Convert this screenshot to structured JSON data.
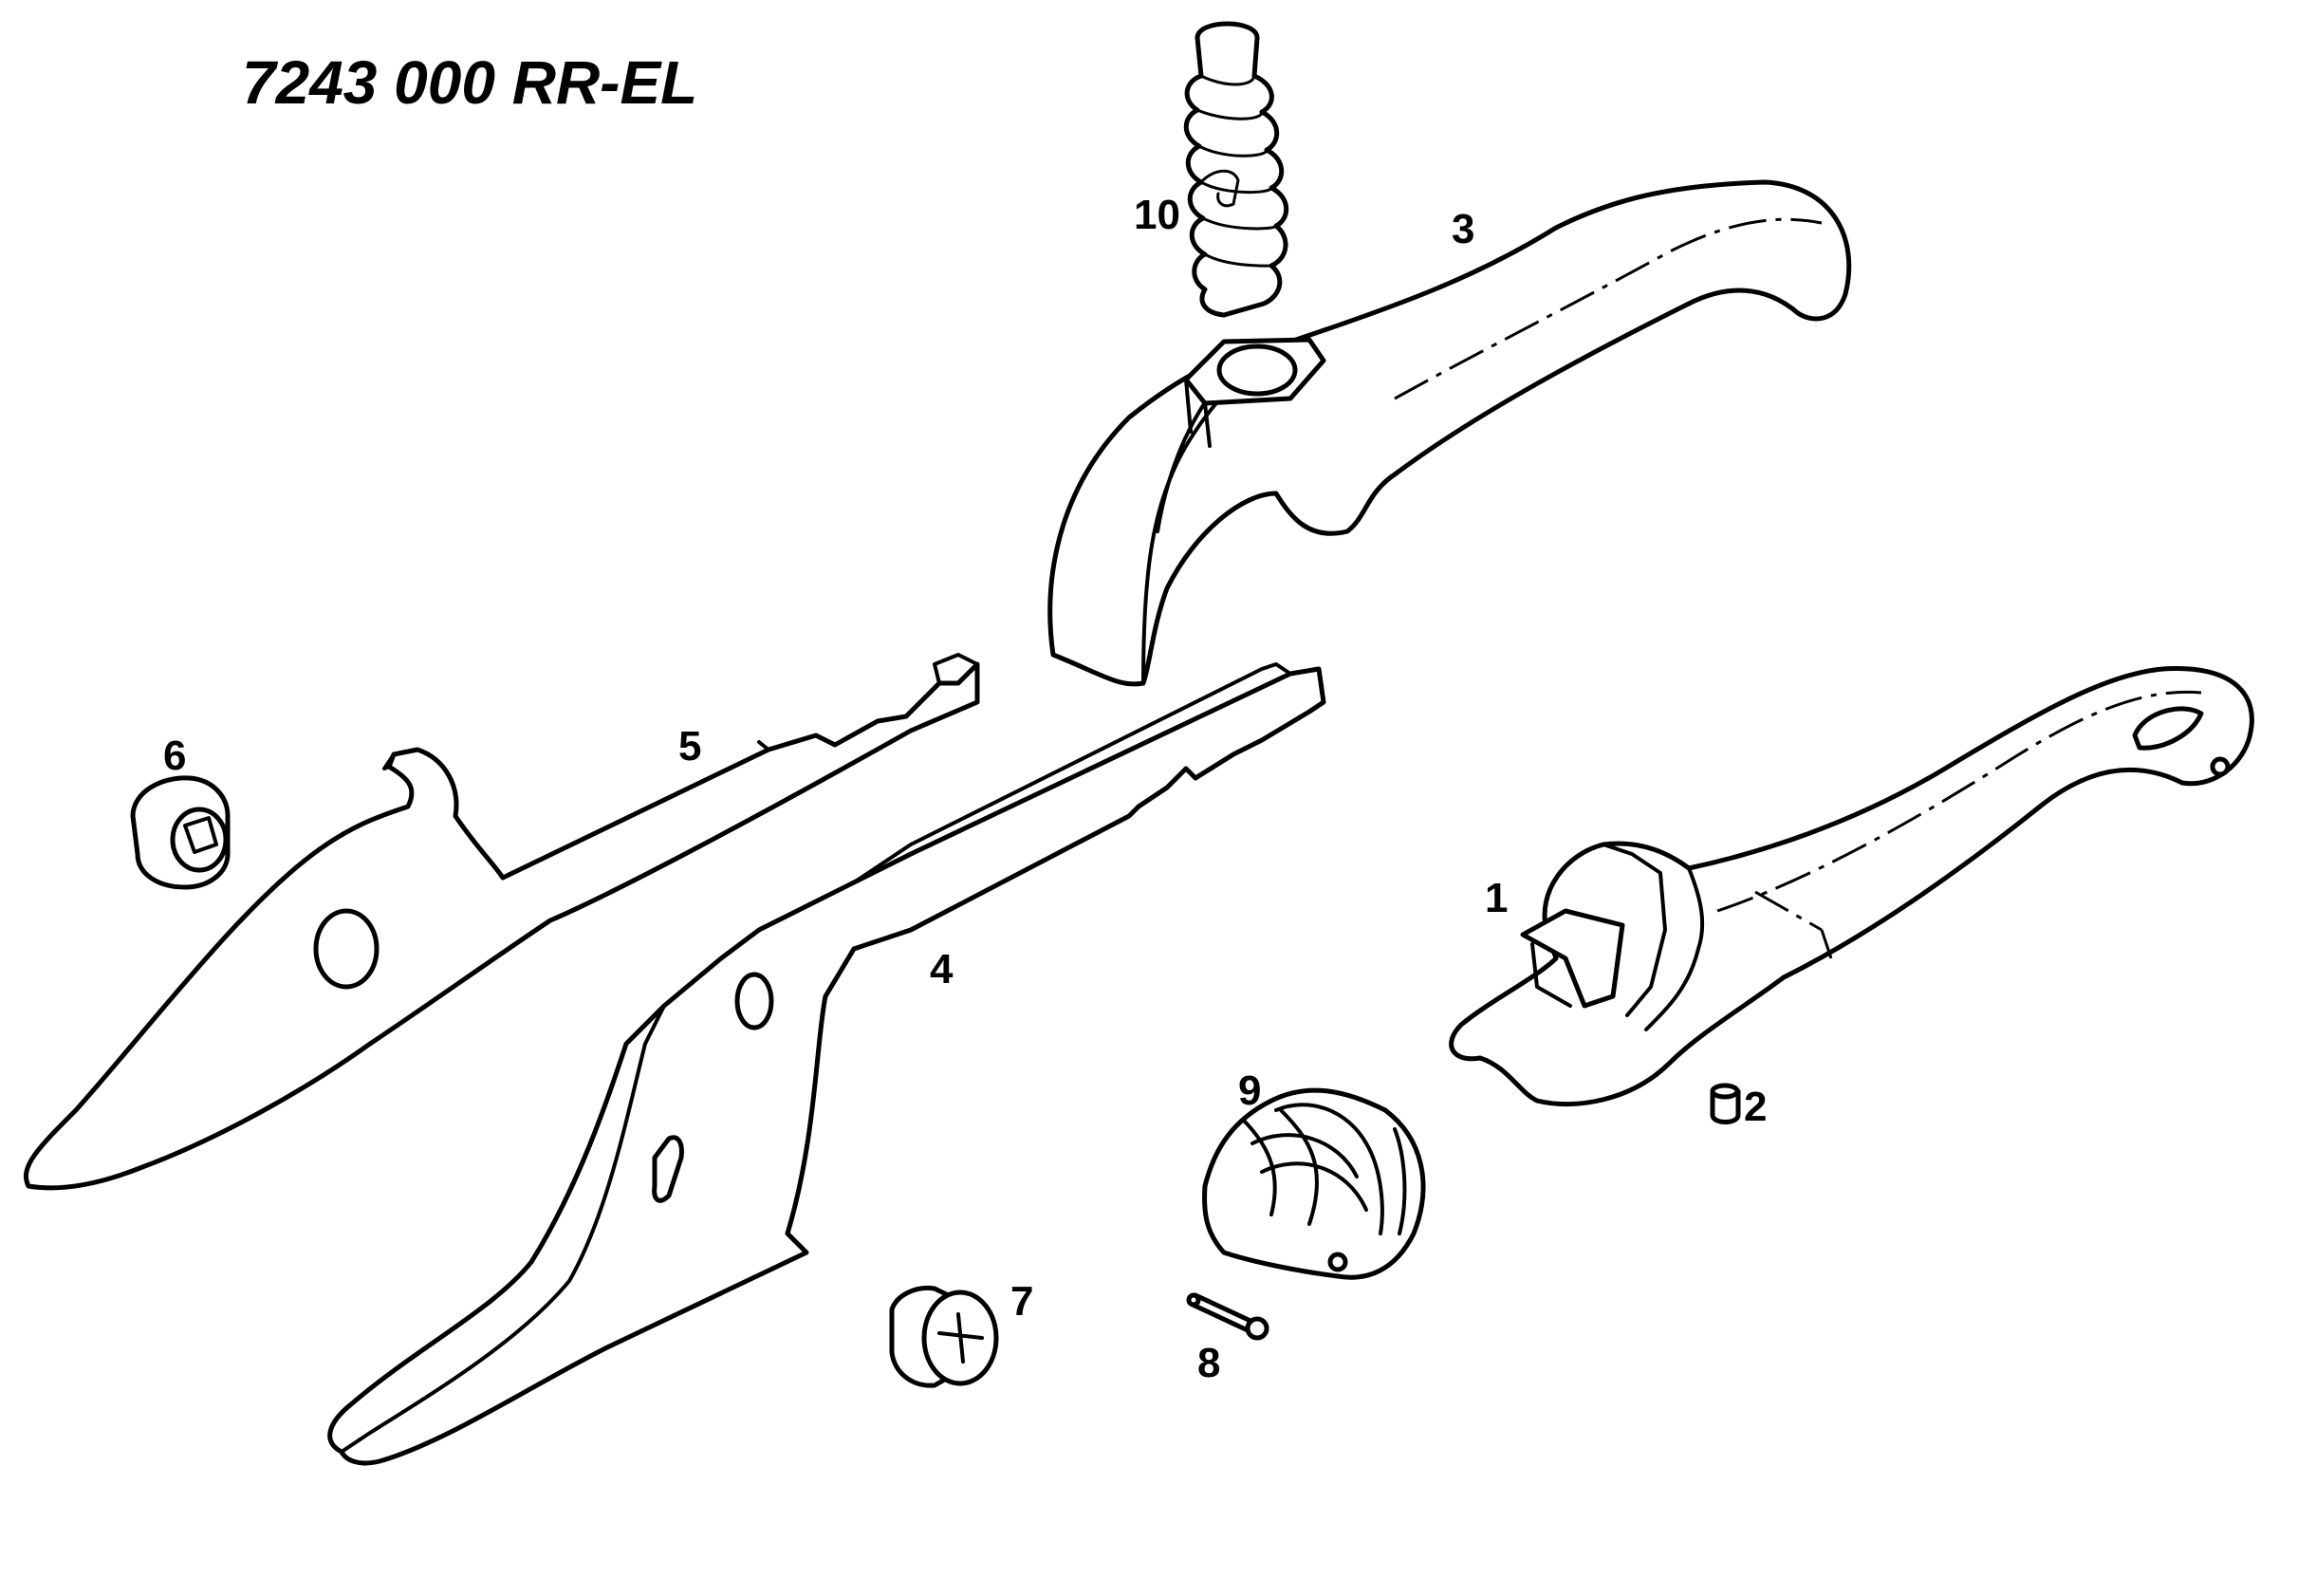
{
  "title": "7243 000  RR-EL",
  "parts": [
    {
      "label": "1",
      "icon": "handle-insert-icon"
    },
    {
      "label": "2",
      "icon": "pin-icon"
    },
    {
      "label": "3",
      "icon": "upper-handle-icon"
    },
    {
      "label": "4",
      "icon": "lower-blade-icon"
    },
    {
      "label": "5",
      "icon": "upper-blade-icon"
    },
    {
      "label": "6",
      "icon": "nut-icon"
    },
    {
      "label": "7",
      "icon": "screw-icon"
    },
    {
      "label": "8",
      "icon": "spring-pin-icon"
    },
    {
      "label": "9",
      "icon": "cap-icon"
    },
    {
      "label": "10",
      "icon": "spring-icon"
    }
  ]
}
